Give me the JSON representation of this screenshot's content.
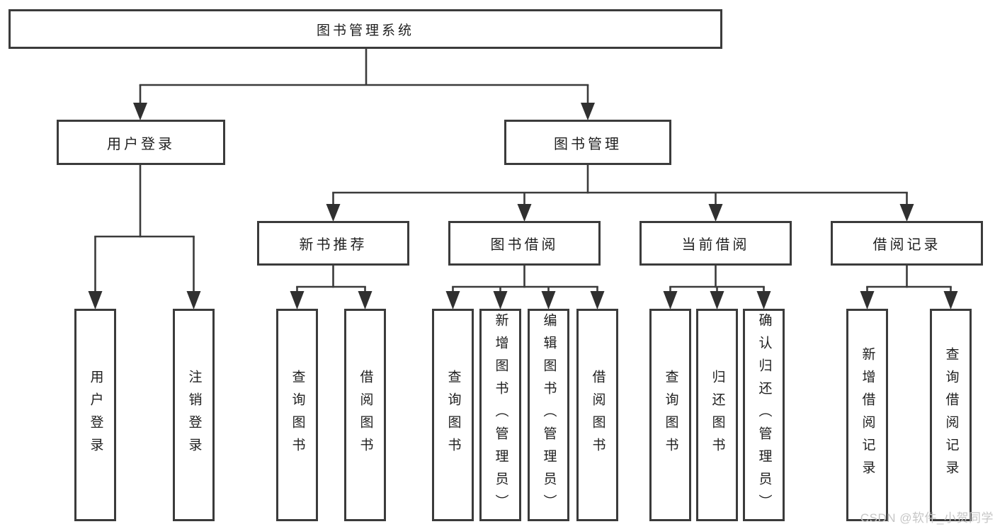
{
  "diagram": {
    "title": "图书管理系统",
    "nodes": {
      "root": {
        "label": "图书管理系统"
      },
      "user_login": {
        "label": "用户登录"
      },
      "book_mgmt": {
        "label": "图书管理"
      },
      "new_book_rec": {
        "label": "新书推荐"
      },
      "book_borrow": {
        "label": "图书借阅"
      },
      "current_borrow": {
        "label": "当前借阅"
      },
      "borrow_records": {
        "label": "借阅记录"
      },
      "leaf_user_login": {
        "label": "用户登录"
      },
      "leaf_logout": {
        "label": "注销登录"
      },
      "leaf_query_books_a": {
        "label": "查询图书"
      },
      "leaf_borrow_books_a": {
        "label": "借阅图书"
      },
      "leaf_query_books_b": {
        "label": "查询图书"
      },
      "leaf_add_books_admin": {
        "label": "新增图书（管理员）"
      },
      "leaf_edit_books_admin": {
        "label": "编辑图书（管理员）"
      },
      "leaf_borrow_books_b": {
        "label": "借阅图书"
      },
      "leaf_query_books_c": {
        "label": "查询图书"
      },
      "leaf_return_books": {
        "label": "归还图书"
      },
      "leaf_confirm_return_admin": {
        "label": "确认归还（管理员）"
      },
      "leaf_add_borrow_record": {
        "label": "新增借阅记录"
      },
      "leaf_query_borrow_record": {
        "label": "查询借阅记录"
      }
    },
    "tree": {
      "root": [
        "user_login",
        "book_mgmt"
      ],
      "user_login": [
        "leaf_user_login",
        "leaf_logout"
      ],
      "book_mgmt": [
        "new_book_rec",
        "book_borrow",
        "current_borrow",
        "borrow_records"
      ],
      "new_book_rec": [
        "leaf_query_books_a",
        "leaf_borrow_books_a"
      ],
      "book_borrow": [
        "leaf_query_books_b",
        "leaf_add_books_admin",
        "leaf_edit_books_admin",
        "leaf_borrow_books_b"
      ],
      "current_borrow": [
        "leaf_query_books_c",
        "leaf_return_books",
        "leaf_confirm_return_admin"
      ],
      "borrow_records": [
        "leaf_add_borrow_record",
        "leaf_query_borrow_record"
      ]
    },
    "colors": {
      "line": "#3b3b3b",
      "arrow": "#303030",
      "text": "#1f1f1f",
      "background": "#ffffff",
      "watermark": "#c6c6c6"
    }
  },
  "watermark": {
    "text": "CSDN @软件_小贺同学"
  }
}
